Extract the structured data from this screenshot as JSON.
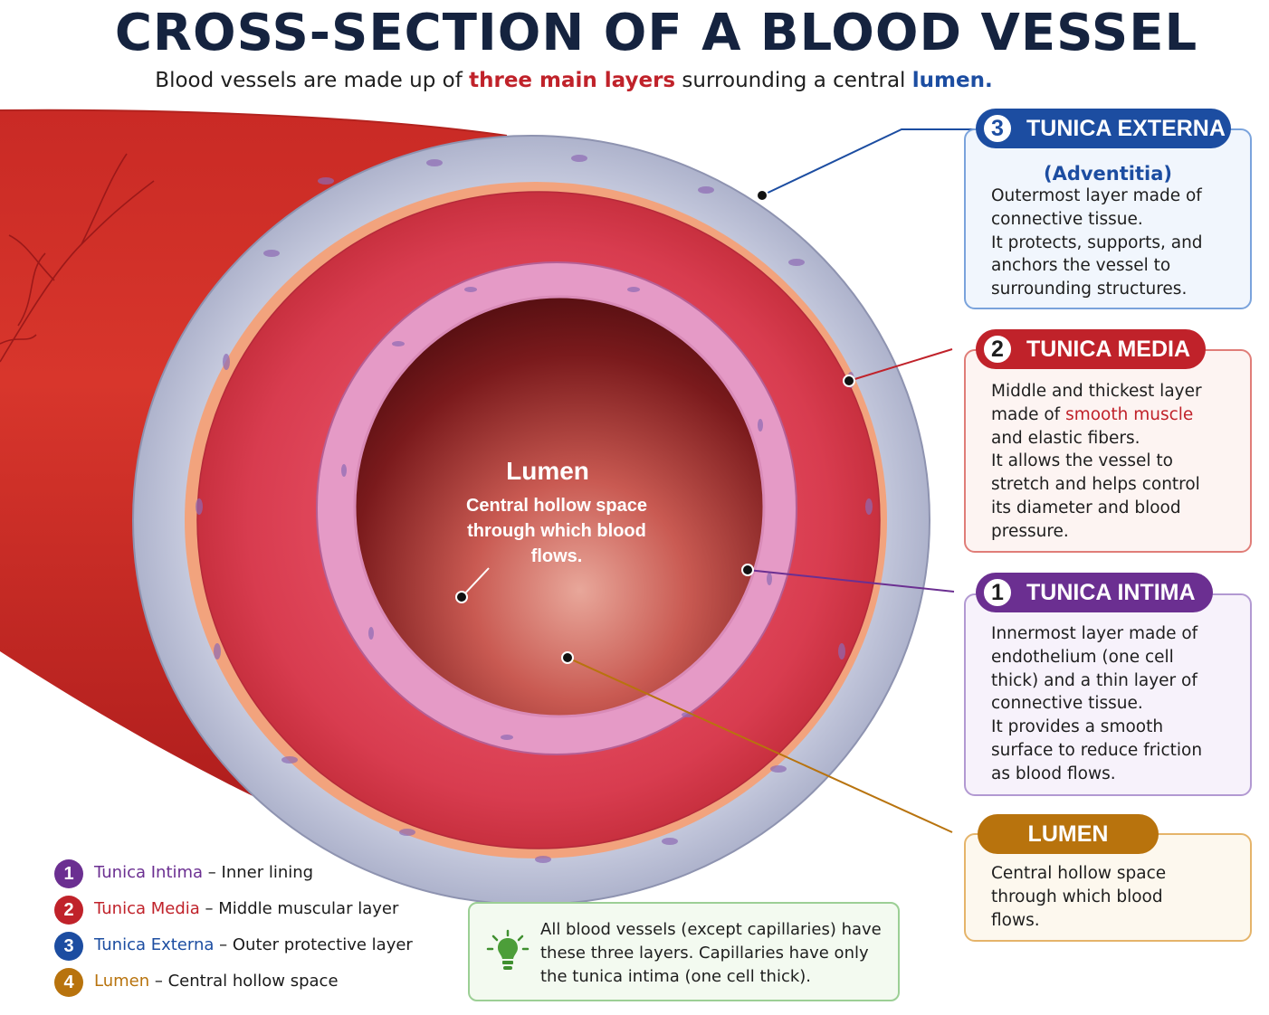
{
  "title": "CROSS-SECTION OF A BLOOD VESSEL",
  "subtitle": {
    "part1": "Blood vessels are made up of ",
    "highlight1": "three main layers",
    "part2": " surrounding a central ",
    "highlight2": "lumen."
  },
  "lumen_center": {
    "label": "Lumen",
    "description": "Central hollow space through which blood flows."
  },
  "cards": {
    "externa": {
      "number": "3",
      "title": "TUNICA EXTERNA",
      "subtitle": "(Adventitia)",
      "body": "Outermost layer made of\nconnective tissue.\nIt protects, supports, and\nanchors the vessel to\nsurrounding structures.",
      "color": "#1c4da1"
    },
    "media": {
      "number": "2",
      "title": "TUNICA MEDIA",
      "body_before": "Middle and thickest layer\nmade of ",
      "body_highlight": "smooth muscle",
      "body_after": "\nand elastic fibers.\nIt allows the vessel to\nstretch and helps control\nits diameter and blood\npressure.",
      "color": "#c0222a"
    },
    "intima": {
      "number": "1",
      "title": "TUNICA INTIMA",
      "body": "Innermost layer made of\nendothelium (one cell\nthick) and a thin layer of\nconnective tissue.\nIt provides a smooth\nsurface to reduce friction\nas blood flows.",
      "color": "#6b2f91"
    },
    "lumen": {
      "title": "LUMEN",
      "body": "Central hollow space\nthrough which blood\nflows.",
      "color": "#b8730d"
    }
  },
  "legend": [
    {
      "number": "1",
      "name": "Tunica Intima",
      "desc": " – Inner lining",
      "color": "#6b2f91"
    },
    {
      "number": "2",
      "name": "Tunica Media",
      "desc": " – Middle muscular layer",
      "color": "#c0222a"
    },
    {
      "number": "3",
      "name": "Tunica Externa",
      "desc": " – Outer protective layer",
      "color": "#1c4da1"
    },
    {
      "number": "4",
      "name": "Lumen",
      "desc": " – Central hollow space",
      "color": "#b8730d"
    }
  ],
  "tip": {
    "icon": "lightbulb-icon",
    "text": "All blood vessels (except capillaries) have these three layers. Capillaries have only the tunica intima (one cell thick)."
  }
}
